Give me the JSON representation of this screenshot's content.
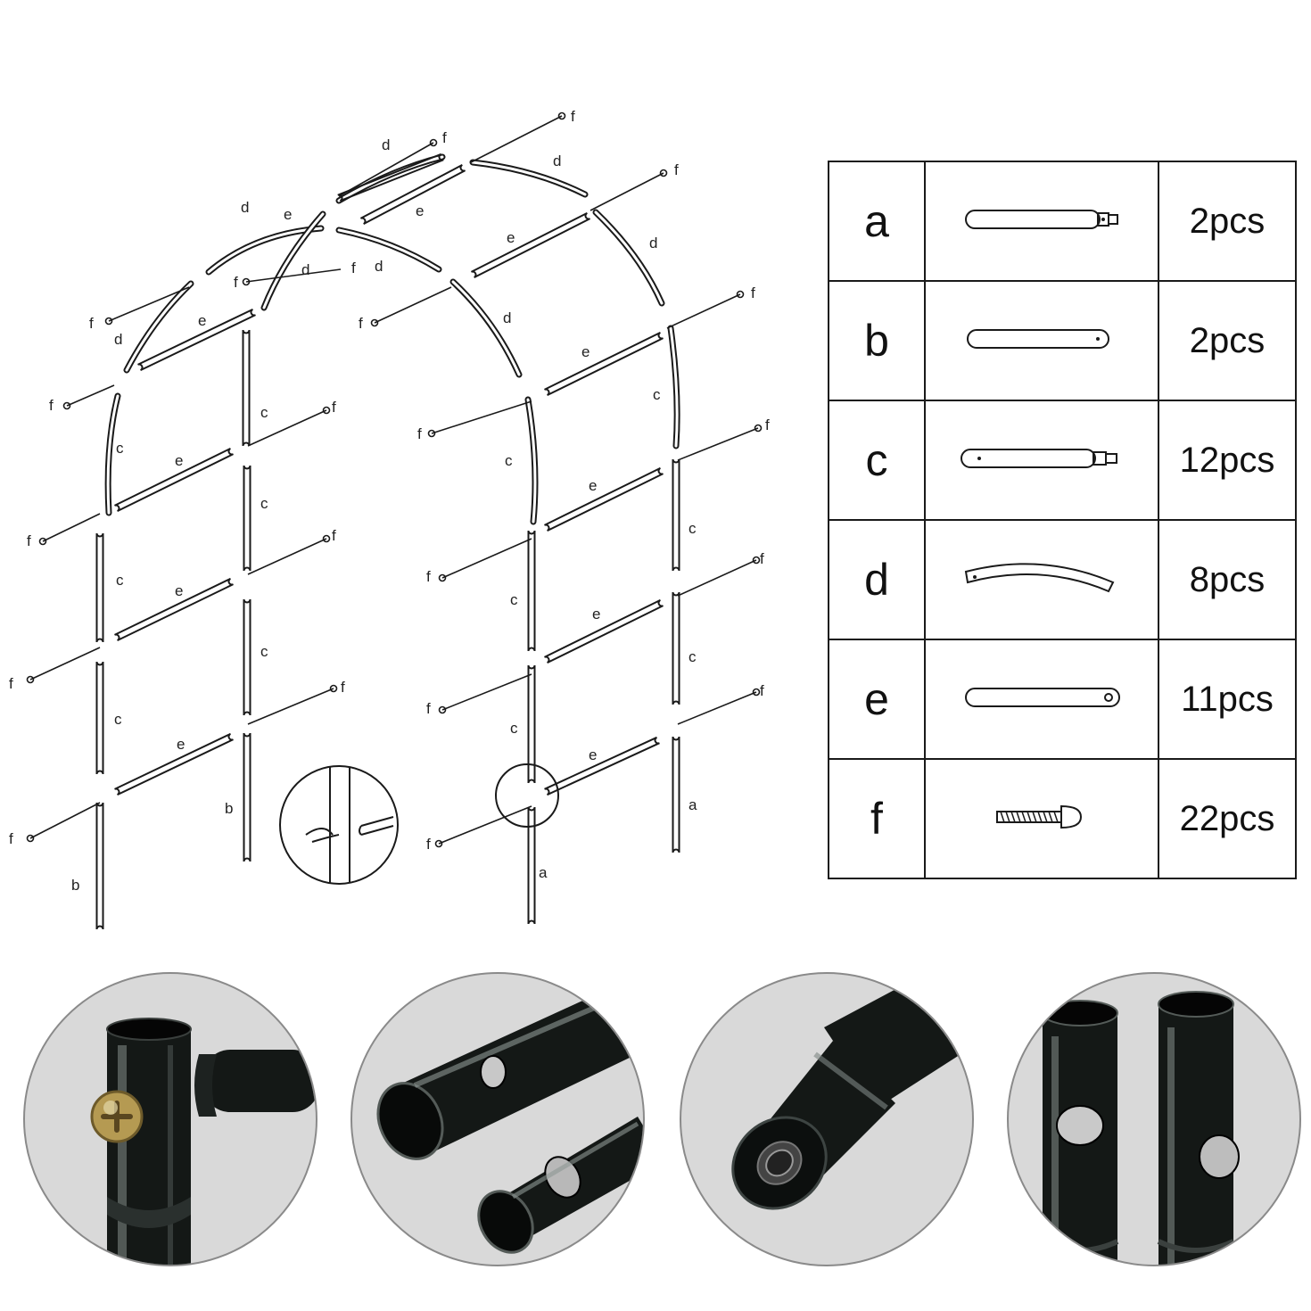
{
  "diagram": {
    "labels": {
      "a": "a",
      "b": "b",
      "c": "c",
      "d": "d",
      "e": "e",
      "f": "f"
    }
  },
  "parts": [
    {
      "letter": "a",
      "qty": "2pcs",
      "shape": "tube-with-tab"
    },
    {
      "letter": "b",
      "qty": "2pcs",
      "shape": "tube-with-hole"
    },
    {
      "letter": "c",
      "qty": "12pcs",
      "shape": "tube-with-hole-and-tab"
    },
    {
      "letter": "d",
      "qty": "8pcs",
      "shape": "curved-tube"
    },
    {
      "letter": "e",
      "qty": "11pcs",
      "shape": "crossbar-with-hole"
    },
    {
      "letter": "f",
      "qty": "22pcs",
      "shape": "screw"
    }
  ],
  "photos": [
    {
      "name": "screw-joint-closeup"
    },
    {
      "name": "tube-holes-closeup"
    },
    {
      "name": "threaded-end-closeup"
    },
    {
      "name": "tube-pair-closeup"
    }
  ],
  "colors": {
    "line": "#1a1a1a",
    "metal": "#141816",
    "highlight": "#9aa3a0",
    "background": "#d9d9d9"
  }
}
